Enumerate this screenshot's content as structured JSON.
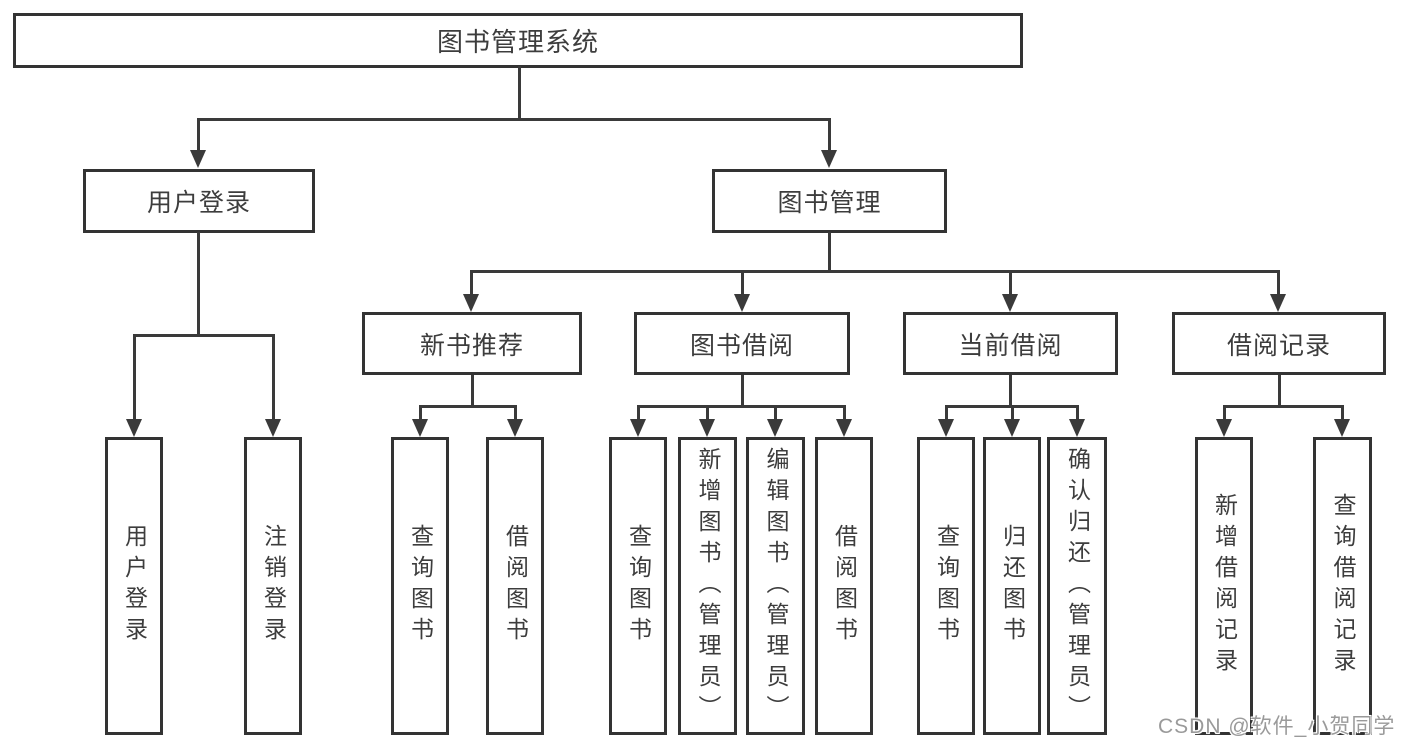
{
  "diagram": {
    "root": {
      "label": "图书管理系统"
    },
    "level1": [
      {
        "label": "用户登录"
      },
      {
        "label": "图书管理"
      }
    ],
    "level2": [
      {
        "label": "新书推荐"
      },
      {
        "label": "图书借阅"
      },
      {
        "label": "当前借阅"
      },
      {
        "label": "借阅记录"
      }
    ],
    "leaves": [
      {
        "label": "用户登录"
      },
      {
        "label": "注销登录"
      },
      {
        "label": "查询图书"
      },
      {
        "label": "借阅图书"
      },
      {
        "label": "查询图书"
      },
      {
        "label": "新增图书（管理员）"
      },
      {
        "label": "编辑图书（管理员）"
      },
      {
        "label": "借阅图书"
      },
      {
        "label": "查询图书"
      },
      {
        "label": "归还图书"
      },
      {
        "label": "确认归还（管理员）"
      },
      {
        "label": "新增借阅记录"
      },
      {
        "label": "查询借阅记录"
      }
    ]
  },
  "watermark": "CSDN @软件_小贺同学",
  "colors": {
    "line": "#3a3a3a",
    "border": "#333333",
    "text": "#3d3d3d",
    "background": "#ffffff",
    "watermark": "#9a9a9a"
  }
}
